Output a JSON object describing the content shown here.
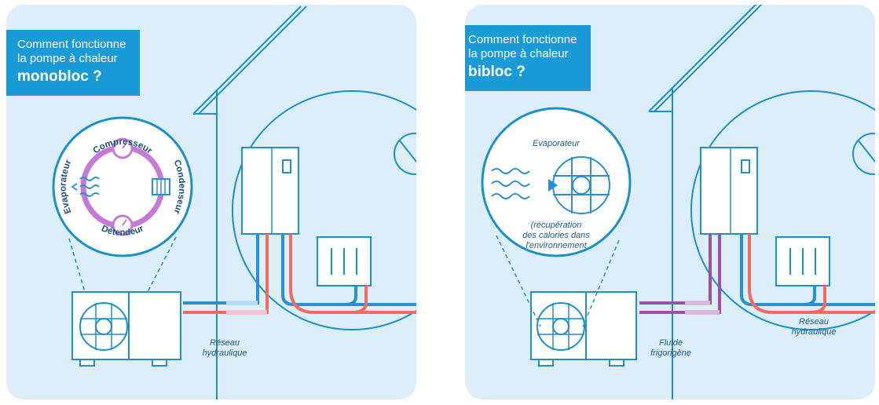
{
  "colors": {
    "panel_bg": "#dceefa",
    "accent_blue": "#1a9bd7",
    "line_blue": "#1c90c8",
    "pipe_red": "#f36b5d",
    "pipe_blue": "#2a8fd0",
    "pipe_purple": "#9b4fa8",
    "cycle_purple": "#c57bd6"
  },
  "monobloc": {
    "title_line1": "Comment fonctionne",
    "title_line2": "la pompe à chaleur",
    "title_strong": "monobloc ?",
    "cycle": {
      "compresseur": "Compresseur",
      "condenseur": "Condenseur",
      "detendeur": "Détendeur",
      "evaporateur": "Evaporateur"
    },
    "network_label_line1": "Réseau",
    "network_label_line2": "hydraulique"
  },
  "bibloc": {
    "title_line1": "Comment fonctionne",
    "title_line2": "la pompe à chaleur",
    "title_strong": "bibloc ?",
    "evaporateur": "Evaporateur",
    "note_line1": "(récupération",
    "note_line2": "des calories dans",
    "note_line3": "l'environnement",
    "fluid_label_line1": "Fluide",
    "fluid_label_line2": "frigorigène",
    "network_label_line1": "Réseau",
    "network_label_line2": "hydraulique"
  }
}
